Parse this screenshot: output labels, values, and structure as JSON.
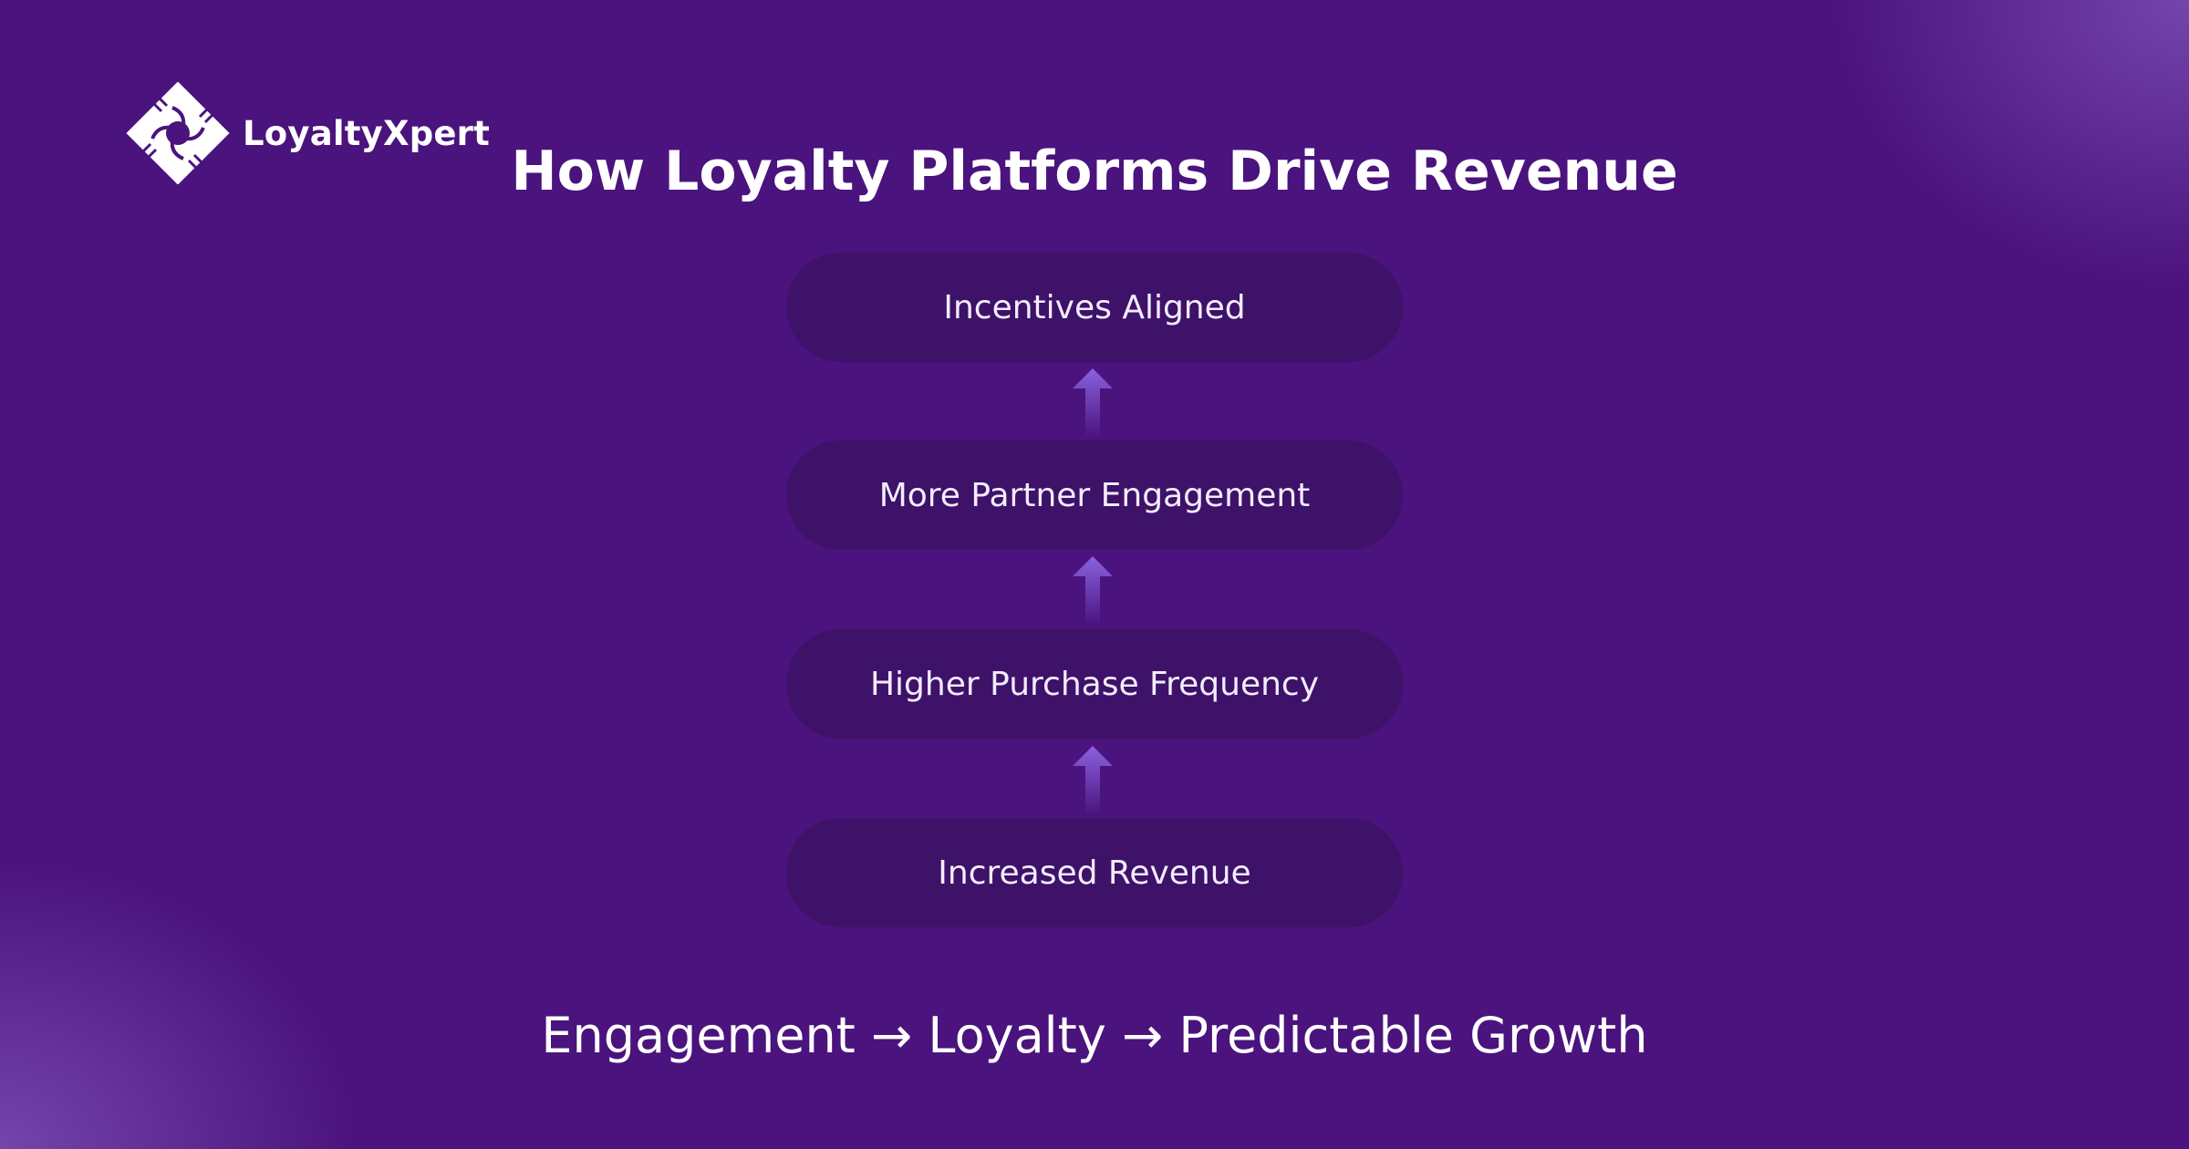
{
  "brand": {
    "name": "LoyaltyXpert",
    "logo_icon": "four-hands-diamond-icon"
  },
  "title": "How Loyalty Platforms Drive Revenue",
  "flow": {
    "steps": [
      {
        "label": "Incentives Aligned"
      },
      {
        "label": "More Partner Engagement"
      },
      {
        "label": "Higher Purchase Frequency"
      },
      {
        "label": "Increased Revenue"
      }
    ],
    "arrow_icon": "up-arrow-icon"
  },
  "tagline": "Engagement → Loyalty → Predictable Growth",
  "colors": {
    "background": "#4b137d",
    "pill": "#3e1268",
    "arrow": "#8a62e0",
    "text": "#ffffff"
  }
}
